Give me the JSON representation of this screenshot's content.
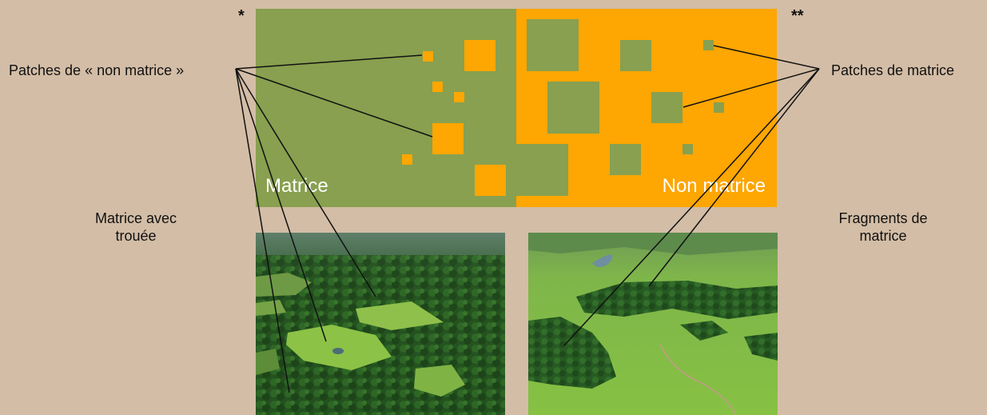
{
  "annotations": {
    "left_top": "Patches de « non matrice »",
    "right_top": "Patches de matrice",
    "left_bottom": "Matrice avec\ntrouée",
    "right_bottom": "Fragments de\nmatrice",
    "star_single": "*",
    "star_double": "**"
  },
  "diagram": {
    "left_label": "Matrice",
    "right_label": "Non matrice",
    "colors": {
      "matrix": "#88a04f",
      "non_matrix": "#fea601"
    }
  },
  "photos": {
    "left_icon": "aerial-forest-with-clearings",
    "right_icon": "aerial-pasture-with-forest-fragments"
  }
}
